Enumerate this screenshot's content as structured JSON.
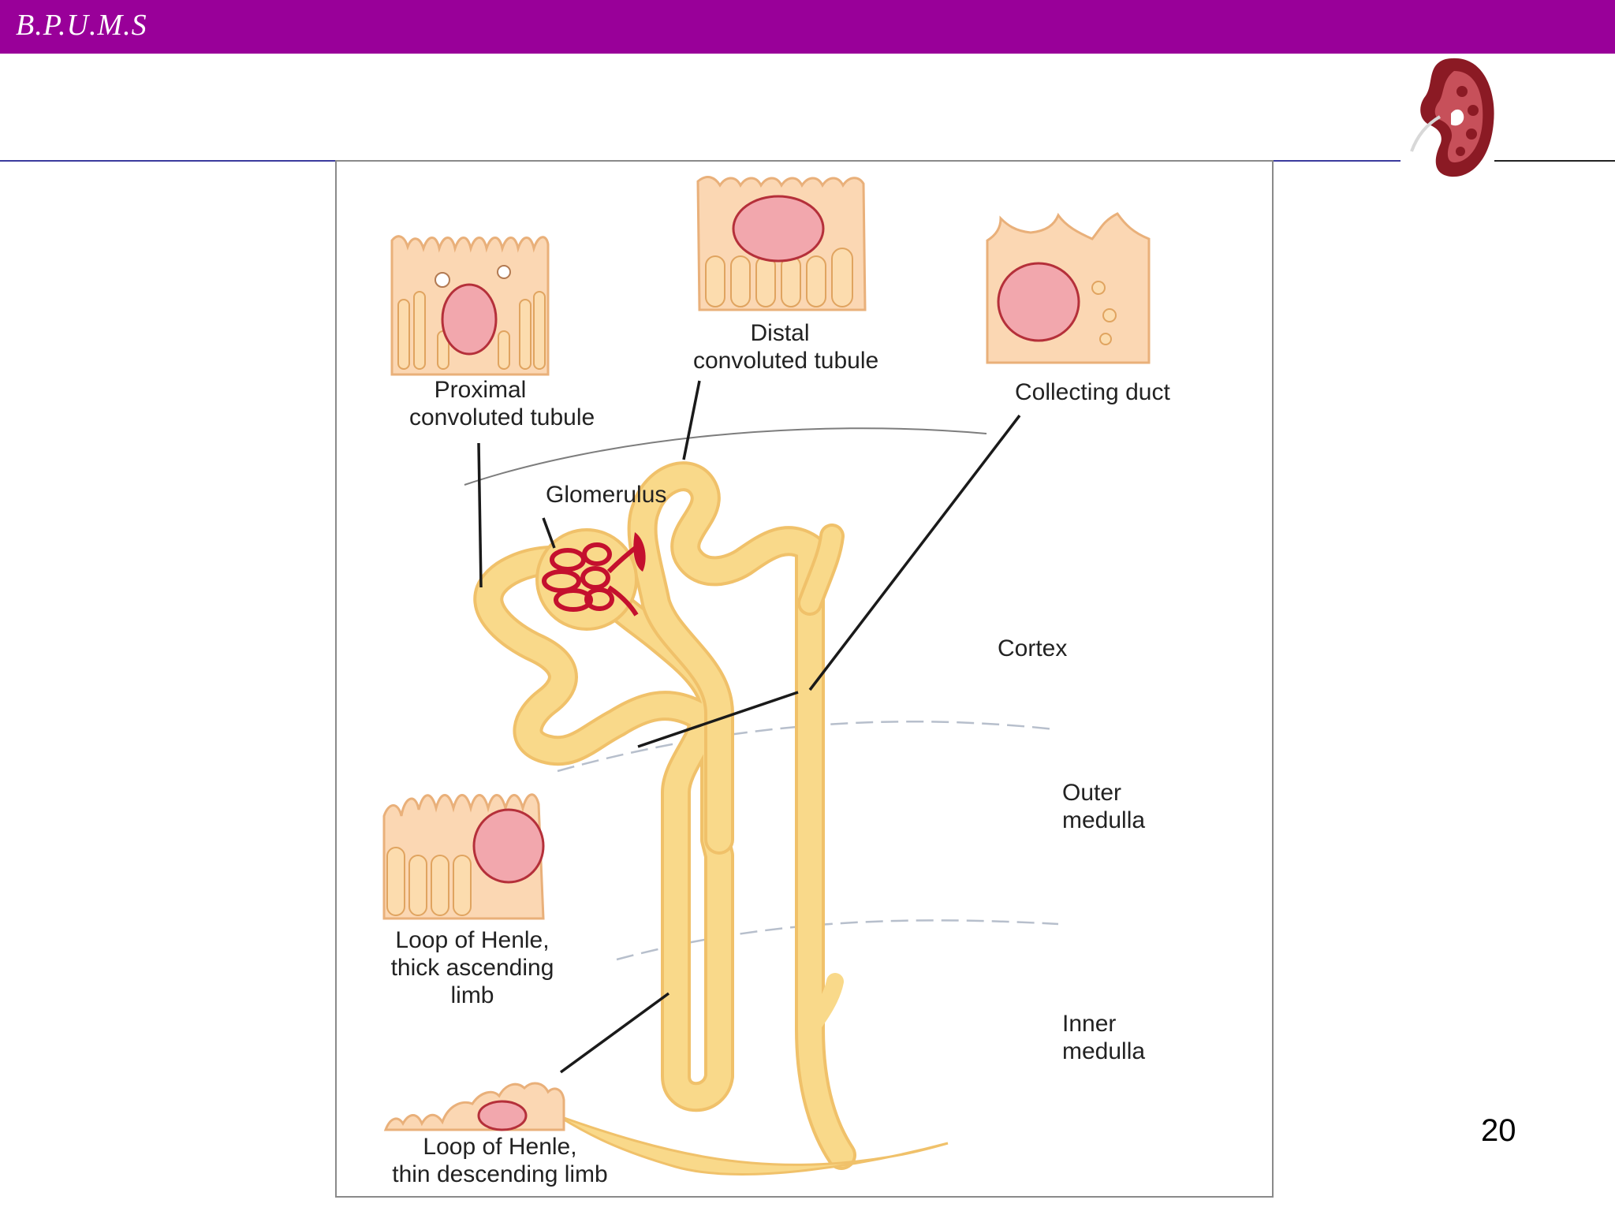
{
  "header": {
    "brand": "B.P.U.M.S"
  },
  "logo": {
    "icon": "kidney-icon",
    "color": "#8b1a24"
  },
  "slide": {
    "number": "20"
  },
  "colors": {
    "header_bar": "#990099",
    "tubule": "#f9d98a",
    "cell": "#fbd7b3",
    "cell_outline": "#e9b07a",
    "nucleus": "#f2a7ad",
    "glomerulus": "#c4102e",
    "rule": "#3b3b9e"
  },
  "diagram": {
    "labels": {
      "pct_1": "Proximal",
      "pct_2": "convoluted tubule",
      "dct_1": "Distal",
      "dct_2": "convoluted tubule",
      "cd": "Collecting duct",
      "glomerulus": "Glomerulus",
      "cortex": "Cortex",
      "outer_1": "Outer",
      "outer_2": "medulla",
      "inner_1": "Inner",
      "inner_2": "medulla",
      "thick_1": "Loop of Henle,",
      "thick_2": "thick ascending",
      "thick_3": "limb",
      "thin_1": "Loop of Henle,",
      "thin_2": "thin descending limb"
    }
  }
}
